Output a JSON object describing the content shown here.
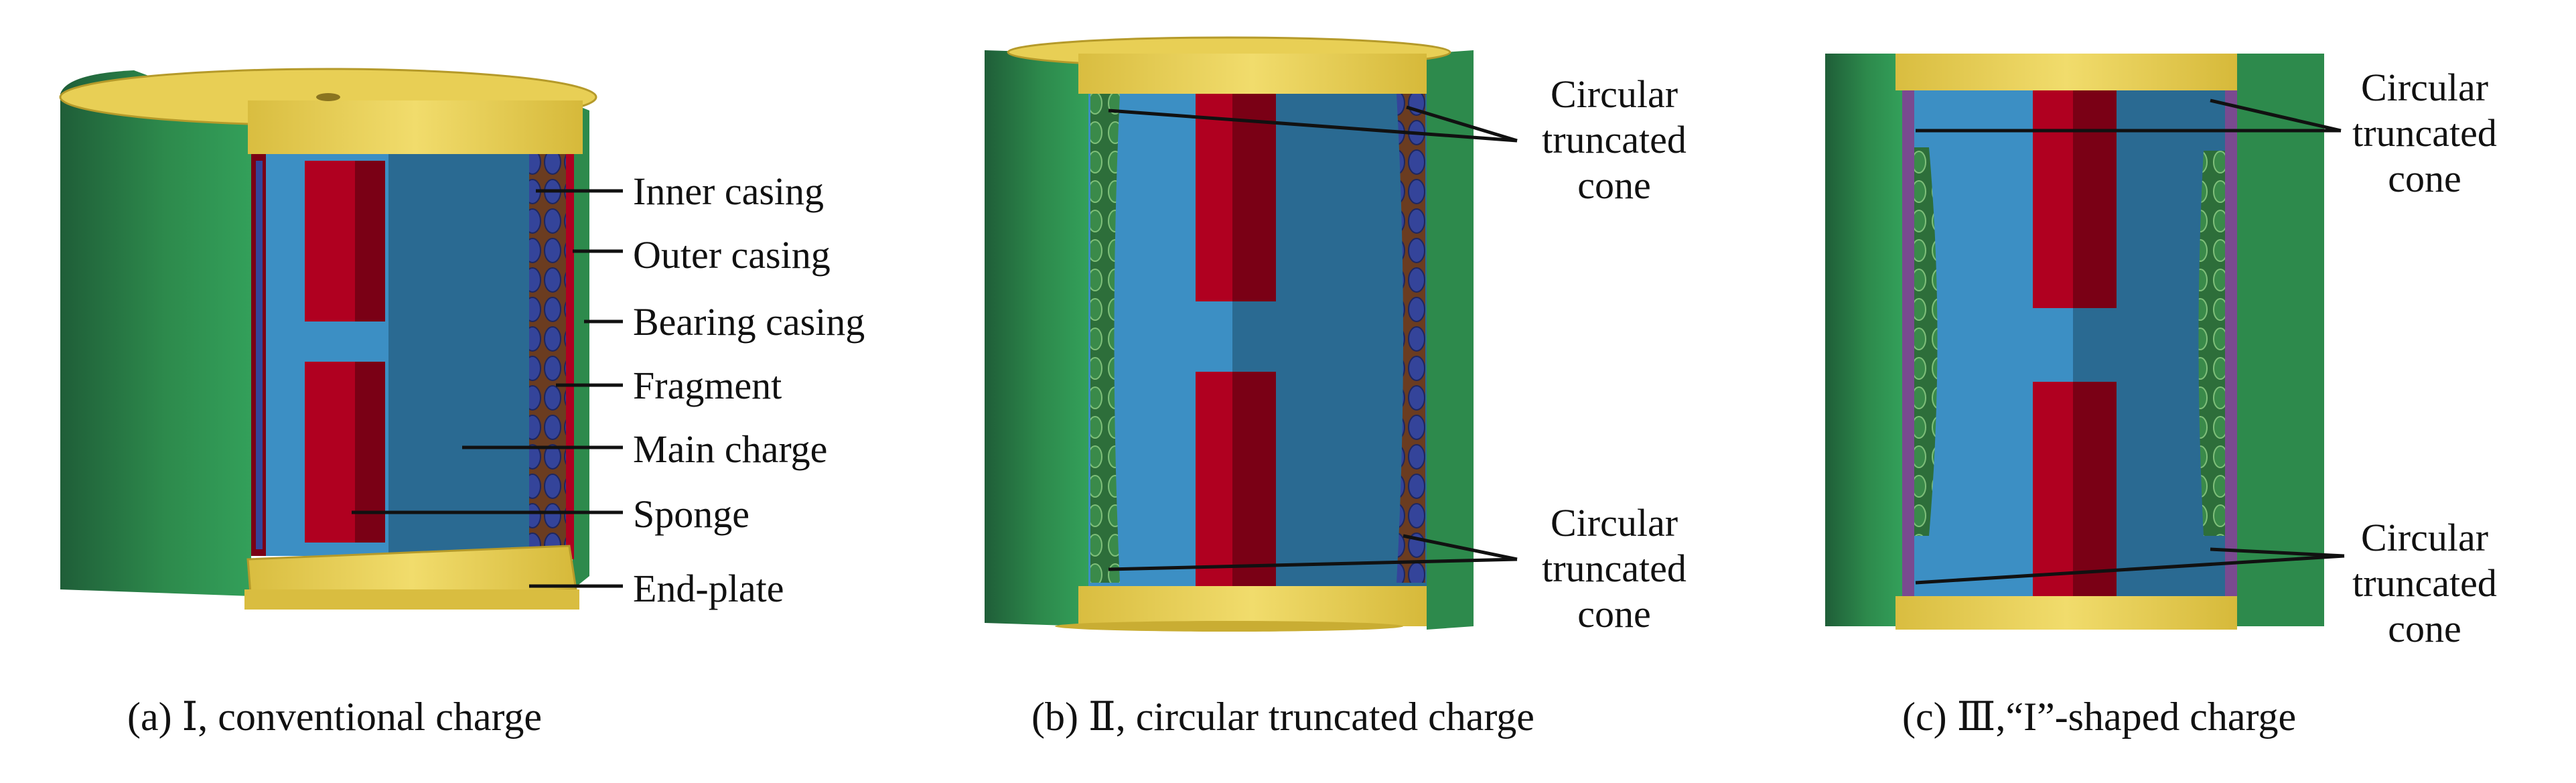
{
  "colors": {
    "casing_green": "#2d8a4c",
    "casing_green_dark": "#1f5e38",
    "end_plate_yellow": "#e8cf55",
    "end_plate_yellow_light": "#f1dc6c",
    "main_charge_blue": "#3c8fc4",
    "main_charge_blue_dark": "#2a6a92",
    "sponge_red": "#b00020",
    "sponge_red_dark": "#7a0015",
    "fragment_blue": "#34449a",
    "fragment_brown": "#6b3c20"
  },
  "panel_a": {
    "callouts": {
      "inner_casing": "Inner casing",
      "outer_casing": "Outer casing",
      "bearing_casing": "Bearing casing",
      "fragment": "Fragment",
      "main_charge": "Main charge",
      "sponge": "Sponge",
      "end_plate": "End-plate"
    },
    "caption": "(a)  Ⅰ, conventional charge"
  },
  "panel_b": {
    "callout_top": [
      "Circular",
      "truncated",
      "cone"
    ],
    "callout_bottom": [
      "Circular",
      "truncated",
      "cone"
    ],
    "caption": "(b)  Ⅱ, circular truncated charge"
  },
  "panel_c": {
    "callout_top": [
      "Circular",
      "truncated",
      "cone"
    ],
    "callout_bottom": [
      "Circular",
      "truncated",
      "cone"
    ],
    "caption": "(c)  Ⅲ,“I”-shaped charge"
  }
}
